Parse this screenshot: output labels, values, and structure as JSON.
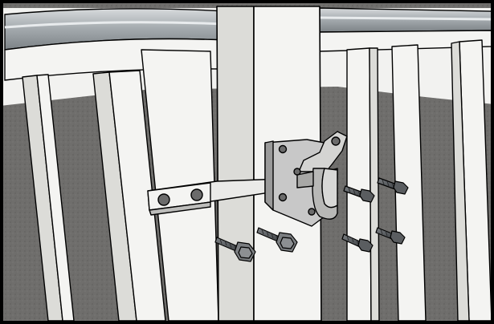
{
  "illustration": {
    "subject": "gate-latch-assembly",
    "parts": [
      "latch-bar",
      "latch-bracket",
      "gravity-catch",
      "lag-screws",
      "fence-post",
      "fence-pickets",
      "top-rail"
    ],
    "colors": {
      "frame": "#000000",
      "ground": "#6f6e6c",
      "wood": "#f4f4f2",
      "wood_shade": "#dcdcd8",
      "rail_top": "#9aa0a4",
      "metal": "#c8c8c8",
      "metal_dark": "#8c8c8c",
      "screw": "#5a5d60"
    }
  }
}
